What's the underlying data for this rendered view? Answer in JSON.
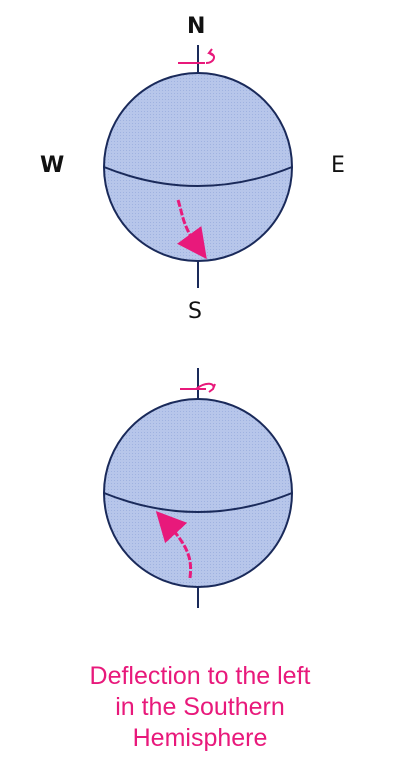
{
  "labels": {
    "north": "N",
    "south": "S",
    "west": "W",
    "east": "E"
  },
  "caption": {
    "line1": "Deflection to the left",
    "line2": "in the Southern",
    "line3": "Hemisphere"
  },
  "colors": {
    "globe_fill": "#b8c8ec",
    "globe_outline": "#1a2a5a",
    "arrow": "#e8197b",
    "axis": "#1a2a5a",
    "caption": "#e8197b"
  }
}
